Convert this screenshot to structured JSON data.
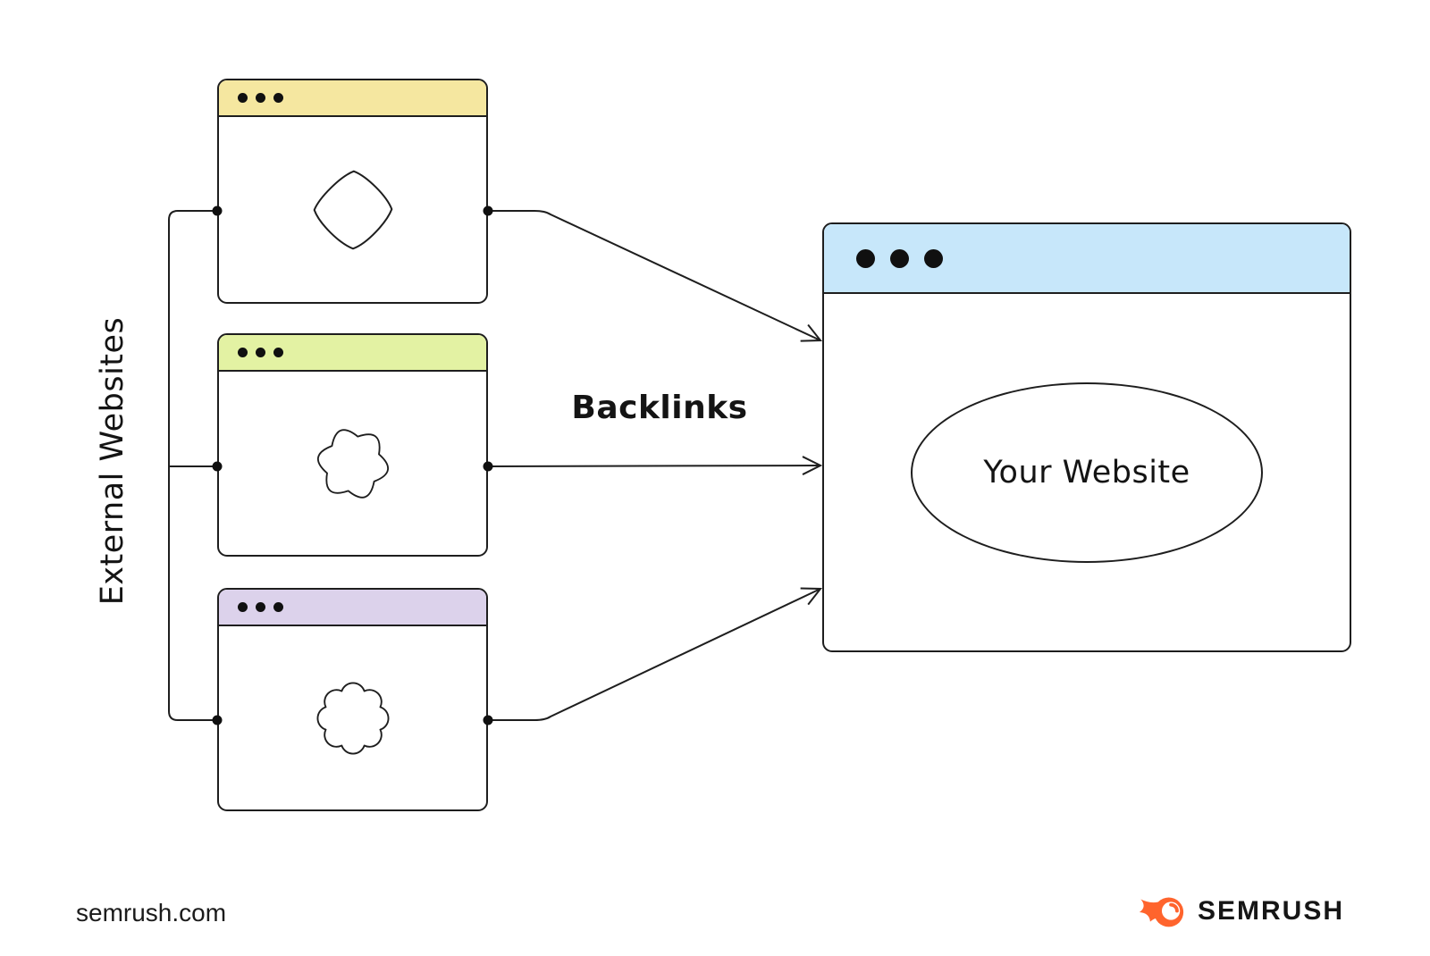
{
  "labels": {
    "external_websites": "External Websites",
    "backlinks": "Backlinks"
  },
  "external_windows": [
    {
      "name": "external-website-1",
      "header_color": "#F5E7A0",
      "blob_icon": "diamond-blob-icon"
    },
    {
      "name": "external-website-2",
      "header_color": "#E3F2A3",
      "blob_icon": "star-blob-icon"
    },
    {
      "name": "external-website-3",
      "header_color": "#DCD2EB",
      "blob_icon": "flower-blob-icon"
    }
  ],
  "your_website_window": {
    "header_color": "#C7E7FA",
    "ellipse_label": "Your Website"
  },
  "diagram": {
    "relation": "Backlinks point from external websites to your website",
    "source_group_label": "External Websites",
    "edge_label": "Backlinks",
    "target_label": "Your Website"
  },
  "footer": {
    "site": "semrush.com",
    "brand": "SEMRUSH",
    "brand_color": "#FF642D"
  },
  "colors": {
    "outline": "#1E1E1E"
  }
}
